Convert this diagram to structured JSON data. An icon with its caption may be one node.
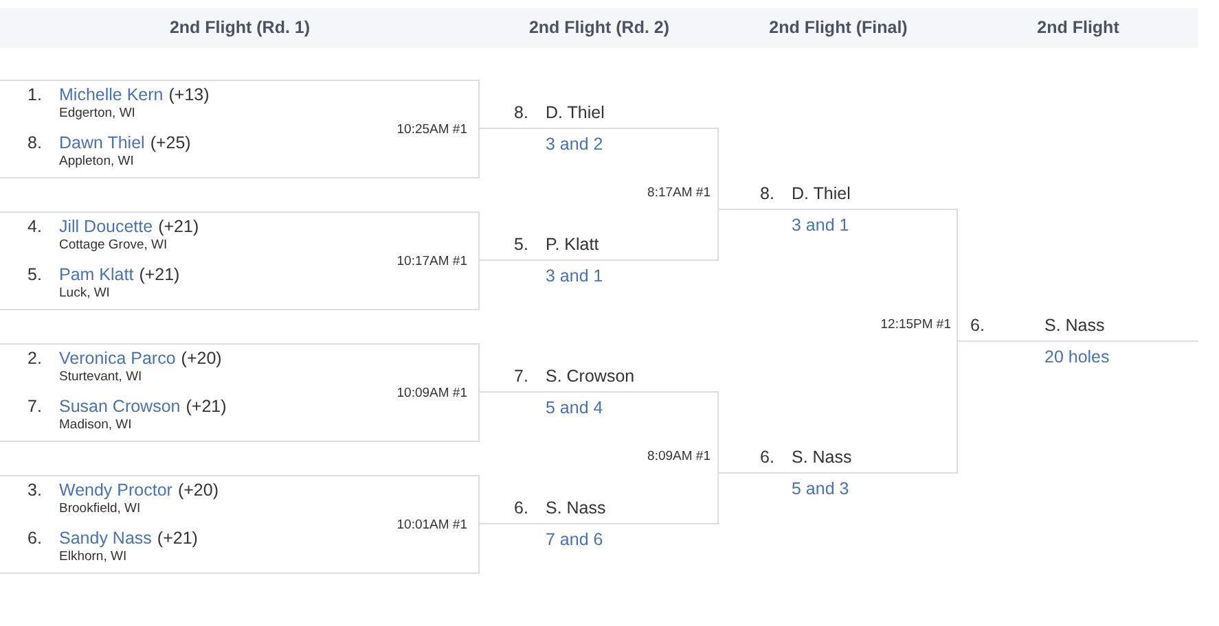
{
  "diagram": {
    "nodes": [
      {
        "text": [
          "2nd Flight (Rd. 1)",
          "2nd Flight (Rd. 2)",
          "2nd Flight (Final)",
          "2nd Flight"
        ]
      },
      {
        "text": [
          "1.",
          "Michelle Kern",
          "(+13)",
          "Edgerton, WI",
          "8.",
          "Dawn Thiel",
          "(+25)",
          "Appleton, WI",
          "10:25AM #1"
        ]
      },
      {
        "text": [
          "4.",
          "Jill Doucette",
          "(+21)",
          "Cottage Grove, WI",
          "5.",
          "Pam Klatt",
          "(+21)",
          "Luck, WI",
          "10:17AM #1"
        ]
      },
      {
        "text": [
          "2.",
          "Veronica Parco",
          "(+20)",
          "Sturtevant, WI",
          "7.",
          "Susan Crowson",
          "(+21)",
          "Madison, WI",
          "10:09AM #1"
        ]
      },
      {
        "text": [
          "3.",
          "Wendy Proctor",
          "(+20)",
          "Brookfield, WI",
          "6.",
          "Sandy Nass",
          "(+21)",
          "Elkhorn, WI",
          "10:01AM #1"
        ]
      },
      {
        "text": [
          "8.",
          "D. Thiel",
          "3 and 2"
        ]
      },
      {
        "text": [
          "5.",
          "P. Klatt",
          "3 and 1"
        ]
      },
      {
        "text": [
          "7.",
          "S. Crowson",
          "5 and 4"
        ]
      },
      {
        "text": [
          "6.",
          "S. Nass",
          "7 and 6"
        ]
      },
      {
        "text": [
          "8.",
          "D. Thiel",
          "3 and 1"
        ]
      },
      {
        "text": [
          "6.",
          "S. Nass",
          "5 and 3"
        ]
      },
      {
        "text": [
          "6.",
          "S. Nass",
          "20 holes"
        ]
      }
    ],
    "edges": [
      {
        "from": 1,
        "to": 5,
        "arrow": "none"
      },
      {
        "from": 2,
        "to": 6,
        "arrow": "none"
      },
      {
        "from": 3,
        "to": 7,
        "arrow": "none"
      },
      {
        "from": 4,
        "to": 8,
        "arrow": "none"
      },
      {
        "from": 5,
        "to": 9,
        "arrow": "none"
      },
      {
        "from": 6,
        "to": 9,
        "arrow": "none"
      },
      {
        "from": 7,
        "to": 10,
        "arrow": "none"
      },
      {
        "from": 8,
        "to": 10,
        "arrow": "none"
      },
      {
        "from": 9,
        "to": 11,
        "arrow": "none"
      },
      {
        "from": 10,
        "to": 11,
        "arrow": "none"
      }
    ],
    "labels": [
      "8:17AM #1",
      "12:15PM #1",
      "8:09AM #1"
    ]
  }
}
